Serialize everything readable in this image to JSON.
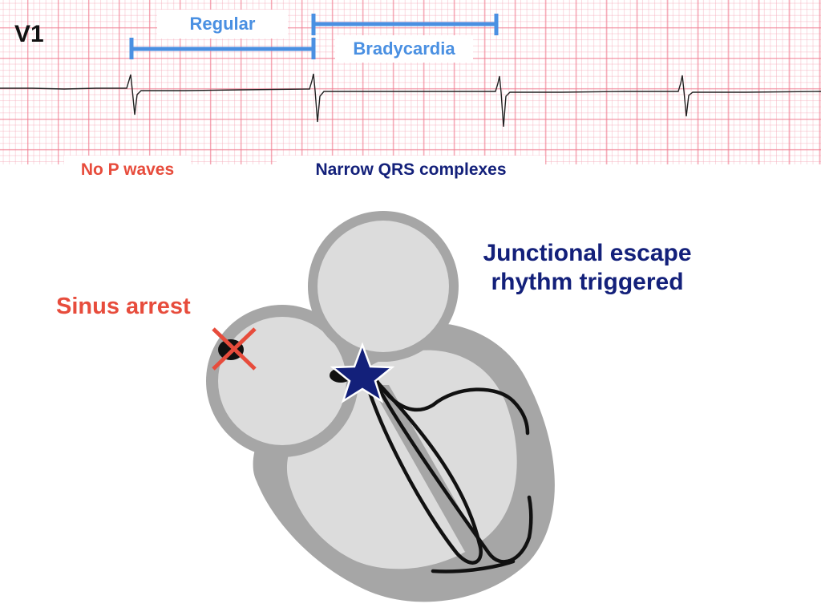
{
  "ecg": {
    "lead": "V1"
  },
  "annotations": {
    "regular": "Regular",
    "bradycardia": "Bradycardia",
    "no_p_waves": "No P waves",
    "narrow_qrs": "Narrow QRS complexes"
  },
  "heart": {
    "sinus_arrest": "Sinus arrest",
    "junctional": "Junctional escape rhythm triggered"
  },
  "colors": {
    "interval_blue": "#4a90e2",
    "red": "#e74c3c",
    "navy": "#13207a",
    "heart_wall": "#a6a6a6",
    "heart_chamber": "#dcdcdc"
  }
}
